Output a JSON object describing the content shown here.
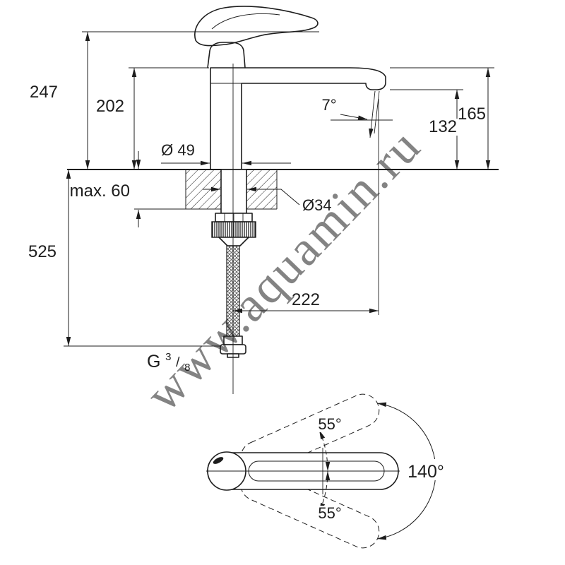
{
  "watermark": {
    "text": "www.aquamin.ru"
  },
  "side_view": {
    "dim_total_height": "247",
    "dim_body_height": "202",
    "dim_spout_height": "165",
    "dim_outlet_height": "132",
    "dim_below_deck": "525",
    "dim_reach": "222",
    "dim_deck_thickness": "max. 60",
    "dim_base_diameter": "Ø 49",
    "dim_shank_diameter": "Ø34",
    "dim_spout_angle": "7°",
    "thread": {
      "prefix": "G",
      "numerator": "3",
      "slash": "/",
      "denominator": "8"
    }
  },
  "top_view": {
    "dim_swivel_total": "140°",
    "dim_swivel_upper": "55°",
    "dim_swivel_lower": "55°"
  },
  "colors": {
    "line": "#1d1d1d",
    "watermark": "#c6c6c6",
    "background": "#ffffff"
  }
}
